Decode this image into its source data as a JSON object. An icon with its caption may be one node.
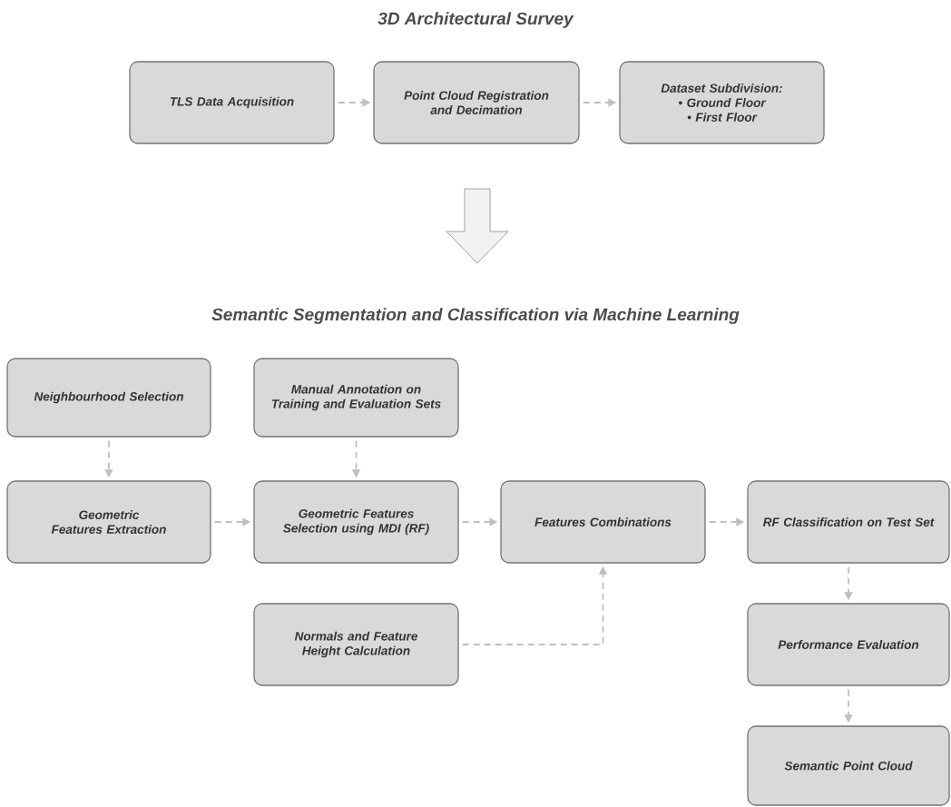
{
  "diagram": {
    "title": "3D Architectural Survey",
    "nodes": [
      {
        "text": [
          "TLS Data Acquisition"
        ]
      },
      {
        "text": [
          "Point Cloud Registration and Decimation"
        ]
      },
      {
        "text": [
          "Dataset Subdivision:",
          "• Ground Floor",
          "• First Floor"
        ]
      },
      {
        "text": [
          "Neighbourhood Selection"
        ]
      },
      {
        "text": [
          "Manual Annotation on Training and Evaluation Sets"
        ]
      },
      {
        "text": [
          "Geometric Features Extraction"
        ]
      },
      {
        "text": [
          "Geometric Features Selection using MDI (RF)"
        ]
      },
      {
        "text": [
          "Features Combinations"
        ]
      },
      {
        "text": [
          "RF Classification on Test Set"
        ]
      },
      {
        "text": [
          "Normals and Feature Height Calculation"
        ]
      },
      {
        "text": [
          "Performance Evaluation"
        ]
      },
      {
        "text": [
          "Semantic Point Cloud"
        ]
      }
    ],
    "edges": [
      {
        "from": 0,
        "to": 1,
        "arrow": "to",
        "style": "dashed"
      },
      {
        "from": 1,
        "to": 2,
        "arrow": "to",
        "style": "dashed"
      },
      {
        "from": 3,
        "to": 5,
        "arrow": "to",
        "style": "dashed"
      },
      {
        "from": 4,
        "to": 6,
        "arrow": "to",
        "style": "dashed"
      },
      {
        "from": 5,
        "to": 6,
        "arrow": "to",
        "style": "dashed"
      },
      {
        "from": 6,
        "to": 7,
        "arrow": "to",
        "style": "dashed"
      },
      {
        "from": 7,
        "to": 8,
        "arrow": "to",
        "style": "dashed"
      },
      {
        "from": 9,
        "to": 7,
        "arrow": "to",
        "style": "dashed"
      },
      {
        "from": 8,
        "to": 10,
        "arrow": "to",
        "style": "dashed"
      },
      {
        "from": 10,
        "to": 11,
        "arrow": "to",
        "style": "dashed"
      }
    ],
    "labels": [
      "Semantic Segmentation and Classification via Machine Learning"
    ]
  }
}
